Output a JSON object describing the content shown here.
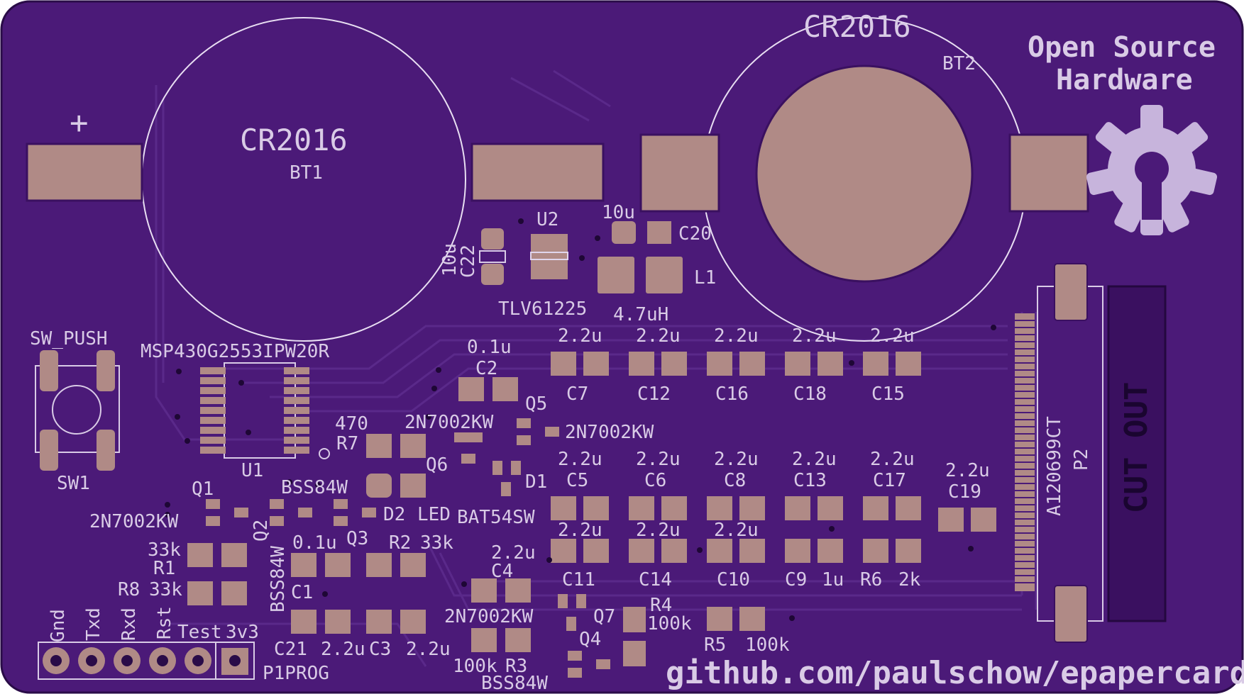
{
  "board": {
    "url": "github.com/paulschow/epapercard",
    "oshw_line1": "Open Source",
    "oshw_line2": "Hardware",
    "cut_out": "CUT OUT",
    "plus": "+",
    "colors": {
      "pcb": "#4b1a78",
      "pad": "#b08a86",
      "silk": "#d9cbe6"
    }
  },
  "batteries": {
    "bt1_value": "CR2016",
    "bt1_ref": "BT1",
    "bt2_value": "CR2016",
    "bt2_ref": "BT2"
  },
  "labels": {
    "sw_push": "SW_PUSH",
    "sw1": "SW1",
    "mcu_value": "MSP430G2553IPW20R",
    "u1": "U1",
    "u2": "U2",
    "u2_value": "TLV61225",
    "c22": "C22",
    "c22_val": "10u",
    "c20_val": "10u",
    "c20": "C20",
    "l1": "L1",
    "l1_val": "4.7uH",
    "c2_val": "0.1u",
    "c2": "C2",
    "r7_val": "470",
    "r7": "R7",
    "q5_val": "2N7002KW",
    "q5": "Q5",
    "q5b_val": "2N7002KW",
    "q6": "Q6",
    "d1": "D1",
    "q1": "Q1",
    "q1_val": "2N7002KW",
    "q2": "Q2",
    "q2_val": "BSS84W",
    "bss84w_top": "BSS84W",
    "d2": "D2",
    "d2_val": "LED",
    "bat54": "BAT54SW",
    "q3": "Q3",
    "r1_val": "33k",
    "r1": "R1",
    "r8": "R8",
    "r8_val": "33k",
    "c1_val": "0.1u",
    "c1": "C1",
    "r2": "R2",
    "r2_val": "33k",
    "c21": "C21",
    "c21_val": "2.2u",
    "c3": "C3",
    "c3_val": "2.2u",
    "c4_val": "2.2u",
    "c4": "C4",
    "q7_val": "2N7002KW",
    "q7": "Q7",
    "q4": "Q4",
    "r3_val": "100k",
    "r3": "R3",
    "q4_val": "BSS84W",
    "r4": "R4",
    "r4_val": "100k",
    "r5": "R5",
    "r5_val": "100k",
    "c7_val": "2.2u",
    "c7": "C7",
    "c12_val": "2.2u",
    "c12": "C12",
    "c16_val": "2.2u",
    "c16": "C16",
    "c18_val": "2.2u",
    "c18": "C18",
    "c15_val": "2.2u",
    "c15": "C15",
    "c5_val": "2.2u",
    "c5": "C5",
    "c6_val": "2.2u",
    "c6": "C6",
    "c8_val": "2.2u",
    "c8": "C8",
    "c13_val": "2.2u",
    "c13": "C13",
    "c17_val": "2.2u",
    "c17": "C17",
    "c19_val": "2.2u",
    "c19": "C19",
    "c11_val": "2.2u",
    "c11": "C11",
    "c14_val": "2.2u",
    "c14": "C14",
    "c10_val": "2.2u",
    "c10": "C10",
    "c9": "C9",
    "c9_val": "1u",
    "r6": "R6",
    "r6_val": "2k",
    "p2_value": "A120699CT",
    "p2": "P2",
    "p1": "P1PROG"
  },
  "header_pins": [
    "Gnd",
    "Txd",
    "Rxd",
    "Rst",
    "Test",
    "3v3"
  ]
}
